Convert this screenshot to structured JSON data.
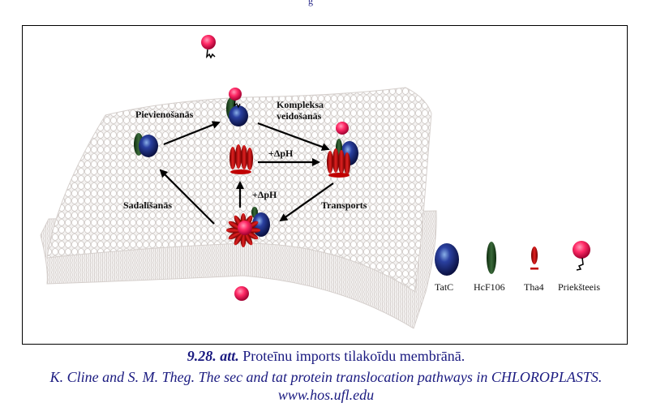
{
  "top_fragment": "g",
  "diagram": {
    "steps": {
      "binding": "Pievienošanās",
      "complex_formation_line1": "Kompleksa",
      "complex_formation_line2": "veidošanās",
      "transport": "Transports",
      "dissociation": "Sadalīšanās",
      "delta_ph_horizontal": "+ΔpH",
      "delta_ph_vertical": "+ΔpH"
    },
    "legend": [
      {
        "label": "TatC",
        "icon": "tatc-blue-sphere-icon",
        "color": "#1c2a80"
      },
      {
        "label": "HcF106",
        "icon": "hcf106-green-rod-icon",
        "color": "#1f4a1f"
      },
      {
        "label": "Tha4",
        "icon": "tha4-red-rod-icon",
        "color": "#b00000"
      },
      {
        "label": "Priekšteeis",
        "icon": "precursor-pink-ball-icon",
        "color": "#ff2060"
      }
    ],
    "colors": {
      "membrane": "#e8e4e2",
      "tatc": "#1c2a80",
      "hcf106": "#1f4a1f",
      "tha4": "#c00000",
      "precursor": "#ff2a66"
    }
  },
  "caption": {
    "figure_number": "9.28. att.",
    "title": " Proteīnu imports tilakoīdu membrānā.",
    "source": "K. Cline and S. M. Theg. The sec and tat protein translocation pathways in CHLOROPLASTS.",
    "url": "www.hos.ufl.edu"
  }
}
